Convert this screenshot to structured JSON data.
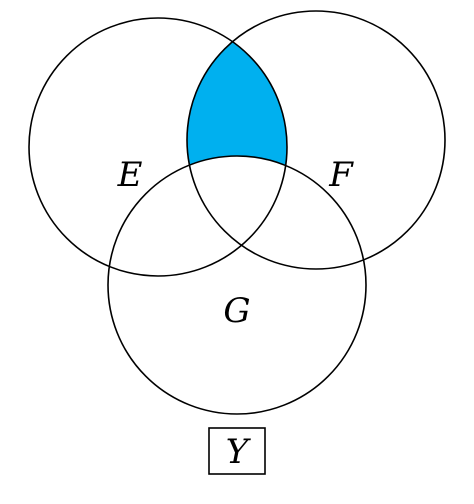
{
  "diagram": {
    "type": "venn",
    "sets": [
      {
        "id": "E",
        "label": "E"
      },
      {
        "id": "F",
        "label": "F"
      },
      {
        "id": "G",
        "label": "G"
      }
    ],
    "shaded_region": {
      "description": "E ∩ F outside G",
      "in": [
        "E",
        "F"
      ],
      "out": [
        "G"
      ],
      "color": "#00b0ef"
    },
    "outline_color": "#000000",
    "universe_label": "Y"
  }
}
